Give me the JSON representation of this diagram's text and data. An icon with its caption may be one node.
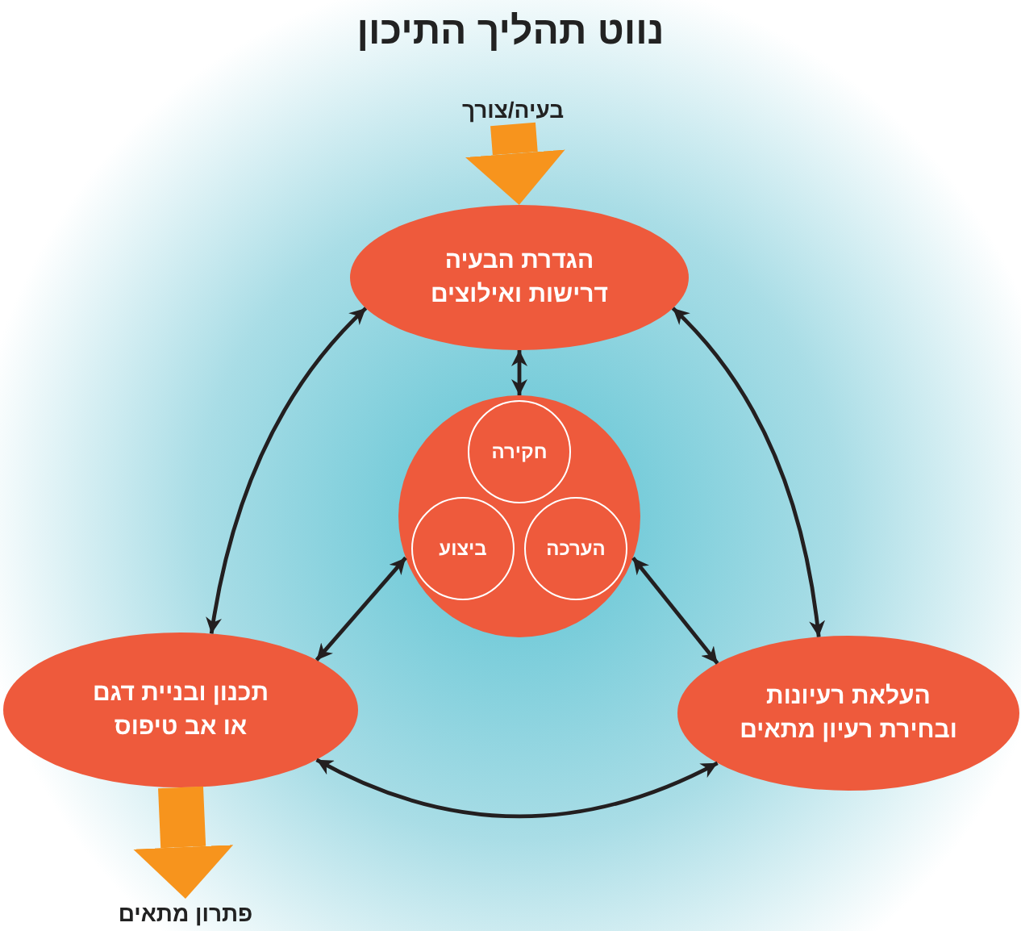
{
  "diagram": {
    "title": "נווט תהליך התיכון",
    "nodes": [
      {
        "text": [
          "בעיה/צורך"
        ]
      },
      {
        "text": [
          "הגדרת הבעיה דרישות ואילוצים"
        ]
      },
      {
        "text": [],
        "shape": "circle"
      },
      {
        "text": [
          "חקירה"
        ],
        "in": 2
      },
      {
        "text": [
          "ביצוע"
        ],
        "in": 2
      },
      {
        "text": [
          "הערכה"
        ],
        "in": 2
      },
      {
        "text": [
          "תכנון ובניית דגם או אב טיפוס"
        ]
      },
      {
        "text": [
          "העלאת רעיונות ובחירת רעיון מתאים"
        ]
      },
      {
        "text": [
          "פתרון מתאים"
        ]
      }
    ],
    "edges": [
      {
        "from": 0,
        "to": 1,
        "arrow": "to",
        "style": "thick",
        "color": "#f7941d"
      },
      {
        "from": 1,
        "to": 2,
        "arrow": "both"
      },
      {
        "from": 1,
        "to": 6,
        "arrow": "both"
      },
      {
        "from": 1,
        "to": 7,
        "arrow": "both"
      },
      {
        "from": 2,
        "to": 6,
        "arrow": "both"
      },
      {
        "from": 2,
        "to": 7,
        "arrow": "both"
      },
      {
        "from": 6,
        "to": 7,
        "arrow": "both"
      },
      {
        "from": 6,
        "to": 8,
        "arrow": "to",
        "style": "thick",
        "color": "#f7941d"
      }
    ]
  }
}
